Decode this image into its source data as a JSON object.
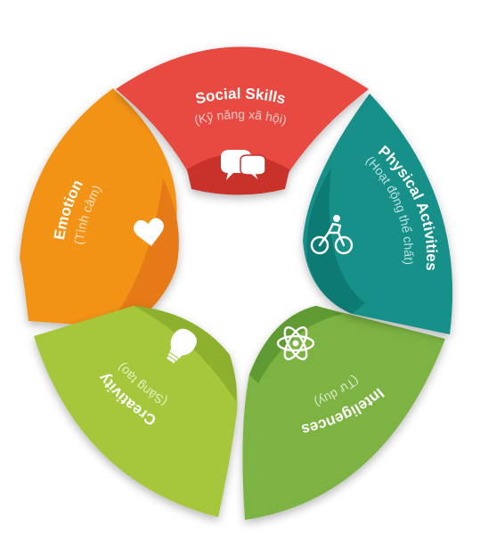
{
  "segments": [
    {
      "id": "social",
      "title": "Social Skills",
      "subtitle": "(Kỹ năng xã hội)",
      "icon": "speech-bubbles-icon",
      "color": "#E8493F",
      "color_dark": "#C9302C"
    },
    {
      "id": "physical",
      "title": "Physical Activities",
      "subtitle": "(Hoạt động thể chất)",
      "icon": "cyclist-icon",
      "color": "#139089",
      "color_dark": "#0D7A73"
    },
    {
      "id": "intelligence",
      "title": "Inteligences",
      "subtitle": "(Tư duy)",
      "icon": "atom-icon",
      "color": "#7CB342",
      "color_dark": "#5F9A32"
    },
    {
      "id": "creativity",
      "title": "Creativity",
      "subtitle": "(Sáng tạo)",
      "icon": "light-bulb-icon",
      "color": "#A6C73A",
      "color_dark": "#8DB02E"
    },
    {
      "id": "emotion",
      "title": "Emotion",
      "subtitle": "(Tình cảm)",
      "icon": "heart-icon",
      "color": "#F39319",
      "color_dark": "#E57A12"
    }
  ]
}
